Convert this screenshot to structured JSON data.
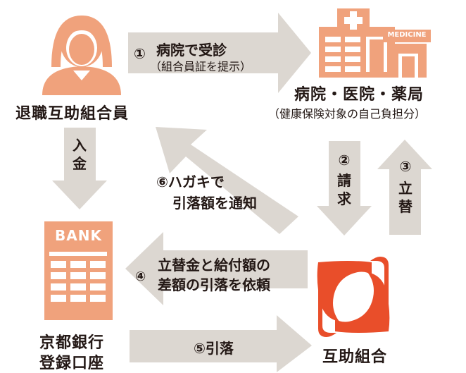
{
  "member": {
    "label": "退職互助組合員"
  },
  "hospital": {
    "label": "病院・医院・薬局",
    "sublabel": "（健康保険対象の自己負担分）",
    "sign": "MEDICINE"
  },
  "bank": {
    "sign": "BANK",
    "label_line1": "京都銀行",
    "label_line2": "登録口座"
  },
  "association": {
    "label": "互助組合"
  },
  "steps": {
    "s1_num": "①",
    "s1_title": "病院で受診",
    "s1_sub": "（組合員証を提示）",
    "s2_num": "②",
    "s2_c1": "請",
    "s2_c2": "求",
    "s3_num": "③",
    "s3_c1": "立",
    "s3_c2": "替",
    "s4_num": "④",
    "s4_line1": "立替金と給付額の",
    "s4_line2": "差額の引落を依頼",
    "s5": "⑤引落",
    "s6_line1": "⑥ハガキで",
    "s6_line2": "引落額を通知",
    "deposit_c1": "入",
    "deposit_c2": "金"
  },
  "colors": {
    "arrow": "#dcd7d1",
    "accent": "#f0a27c",
    "logo": "#e94e2a",
    "text": "#231815"
  }
}
